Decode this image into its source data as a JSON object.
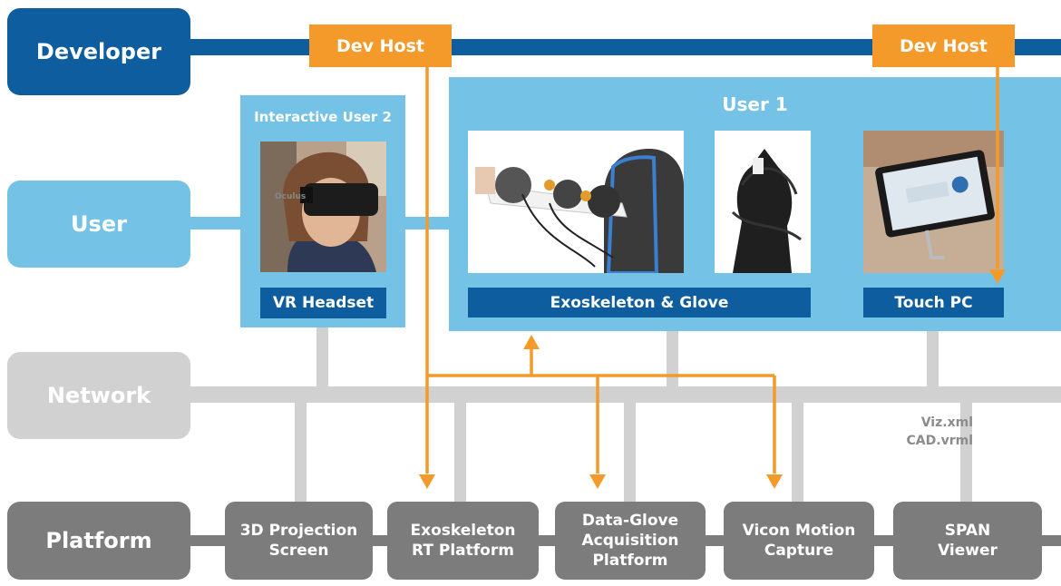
{
  "layers": {
    "developer": "Developer",
    "user": "User",
    "network": "Network",
    "platform": "Platform"
  },
  "dev_hosts": [
    "Dev Host",
    "Dev Host"
  ],
  "user1": {
    "title": "User 1",
    "exoskeleton_caption": "Exoskeleton & Glove",
    "touch_caption": "Touch PC"
  },
  "user2": {
    "title": "Interactive User 2",
    "caption": "VR Headset"
  },
  "headset_brand": "Oculus",
  "files": [
    "Viz.xml",
    "CAD.vrml"
  ],
  "platforms": [
    "3D Projection\nScreen",
    "Exoskeleton\nRT Platform",
    "Data-Glove\nAcquisition\nPlatform",
    "Vicon Motion\nCapture",
    "SPAN\nViewer"
  ],
  "colors": {
    "developer": "#0e5e9f",
    "user": "#74c2e6",
    "network": "#d1d1d1",
    "platform": "#7c7c7c",
    "dev_host": "#f39a2a",
    "arrow": "#f39a2a",
    "caption": "#0e5e9f"
  }
}
